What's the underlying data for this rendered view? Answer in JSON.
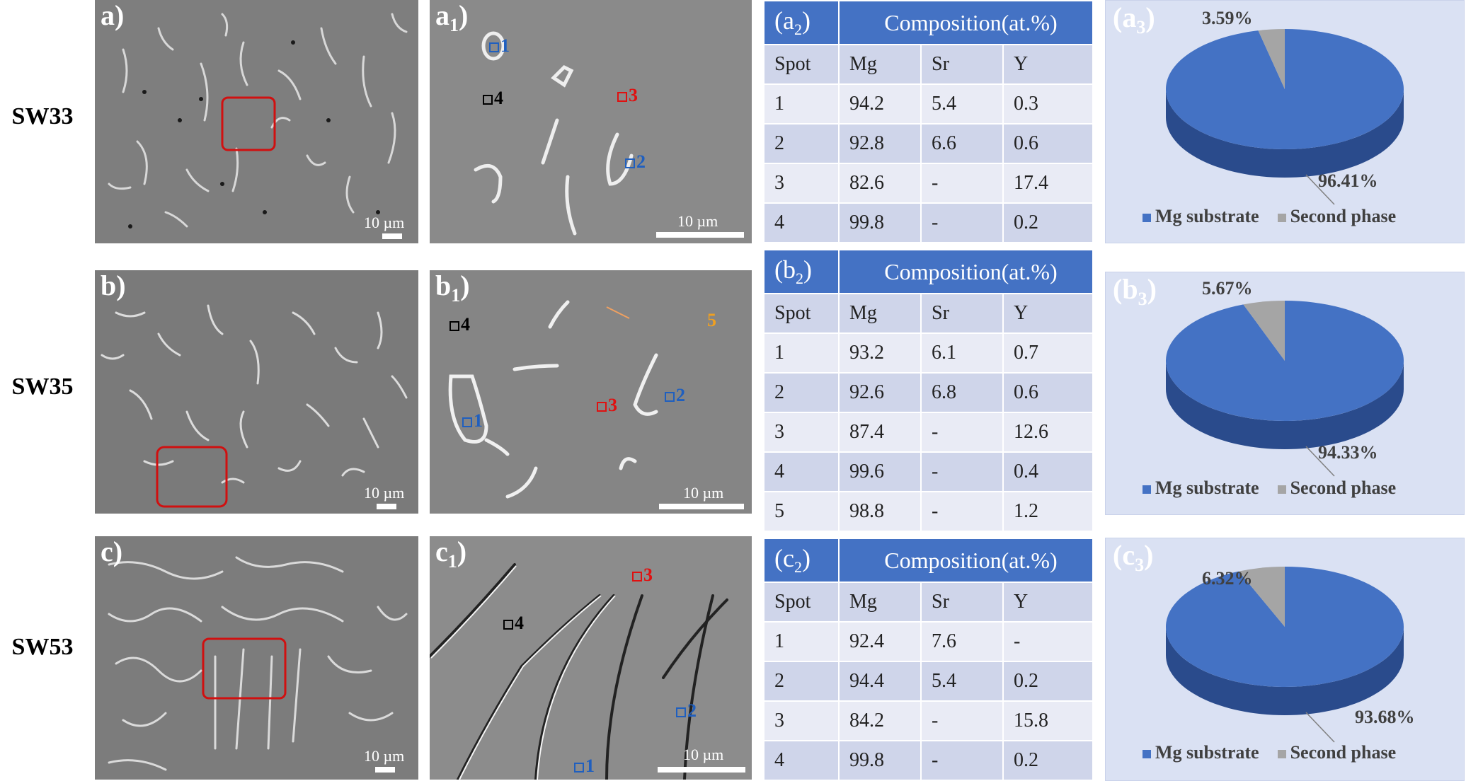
{
  "rows": [
    {
      "name": "SW33",
      "sem_label": {
        "main": "a",
        "sub": ""
      },
      "zoom_label": {
        "main": "a",
        "sub": "1"
      },
      "table_label": {
        "main": "a",
        "sub": "2"
      },
      "pie_label": {
        "main": "a",
        "sub": "3"
      },
      "scale": "10 µm",
      "zoom_scale": "10 µm",
      "spots": [
        "1",
        "3",
        "4",
        "2"
      ],
      "table": {
        "header": "Composition(at.%)",
        "columns": [
          "Spot",
          "Mg",
          "Sr",
          "Y"
        ],
        "rows": [
          [
            "1",
            "94.2",
            "5.4",
            "0.3"
          ],
          [
            "2",
            "92.8",
            "6.6",
            "0.6"
          ],
          [
            "3",
            "82.6",
            "-",
            "17.4"
          ],
          [
            "4",
            "99.8",
            "-",
            "0.2"
          ]
        ]
      }
    },
    {
      "name": "SW35",
      "sem_label": {
        "main": "b",
        "sub": ""
      },
      "zoom_label": {
        "main": "b",
        "sub": "1"
      },
      "table_label": {
        "main": "b",
        "sub": "2"
      },
      "pie_label": {
        "main": "b",
        "sub": "3"
      },
      "scale": "10 µm",
      "zoom_scale": "10 µm",
      "spots": [
        "4",
        "5",
        "1",
        "3",
        "2"
      ],
      "table": {
        "header": "Composition(at.%)",
        "columns": [
          "Spot",
          "Mg",
          "Sr",
          "Y"
        ],
        "rows": [
          [
            "1",
            "93.2",
            "6.1",
            "0.7"
          ],
          [
            "2",
            "92.6",
            "6.8",
            "0.6"
          ],
          [
            "3",
            "87.4",
            "-",
            "12.6"
          ],
          [
            "4",
            "99.6",
            "-",
            "0.4"
          ],
          [
            "5",
            "98.8",
            "-",
            "1.2"
          ]
        ]
      }
    },
    {
      "name": "SW53",
      "sem_label": {
        "main": "c",
        "sub": ""
      },
      "zoom_label": {
        "main": "c",
        "sub": "1"
      },
      "table_label": {
        "main": "c",
        "sub": "2"
      },
      "pie_label": {
        "main": "c",
        "sub": "3"
      },
      "scale": "10 µm",
      "zoom_scale": "10 µm",
      "spots": [
        "3",
        "4",
        "2",
        "1"
      ],
      "table": {
        "header": "Composition(at.%)",
        "columns": [
          "Spot",
          "Mg",
          "Sr",
          "Y"
        ],
        "rows": [
          [
            "1",
            "92.4",
            "7.6",
            "-"
          ],
          [
            "2",
            "94.4",
            "5.4",
            "0.2"
          ],
          [
            "3",
            "84.2",
            "-",
            "15.8"
          ],
          [
            "4",
            "99.8",
            "-",
            "0.2"
          ]
        ]
      }
    }
  ],
  "chart_data": [
    {
      "type": "pie",
      "categories": [
        "Mg substrate",
        "Second phase"
      ],
      "values": [
        96.41,
        3.59
      ],
      "labels": [
        "96.41%",
        "3.59%"
      ],
      "colors": [
        "#4472c4",
        "#a5a5a5"
      ],
      "legend": "bottom"
    },
    {
      "type": "pie",
      "categories": [
        "Mg substrate",
        "Second phase"
      ],
      "values": [
        94.33,
        5.67
      ],
      "labels": [
        "94.33%",
        "5.67%"
      ],
      "colors": [
        "#4472c4",
        "#a5a5a5"
      ],
      "legend": "bottom"
    },
    {
      "type": "pie",
      "categories": [
        "Mg substrate",
        "Second phase"
      ],
      "values": [
        93.68,
        6.32
      ],
      "labels": [
        "93.68%",
        "6.32%"
      ],
      "colors": [
        "#4472c4",
        "#a5a5a5"
      ],
      "legend": "bottom"
    }
  ],
  "colors": {
    "spot_blue": "#1f5fbf",
    "spot_red": "#e01010",
    "spot_black": "#000000",
    "spot_orange": "#f0a020",
    "roi_box": "#d01010"
  }
}
